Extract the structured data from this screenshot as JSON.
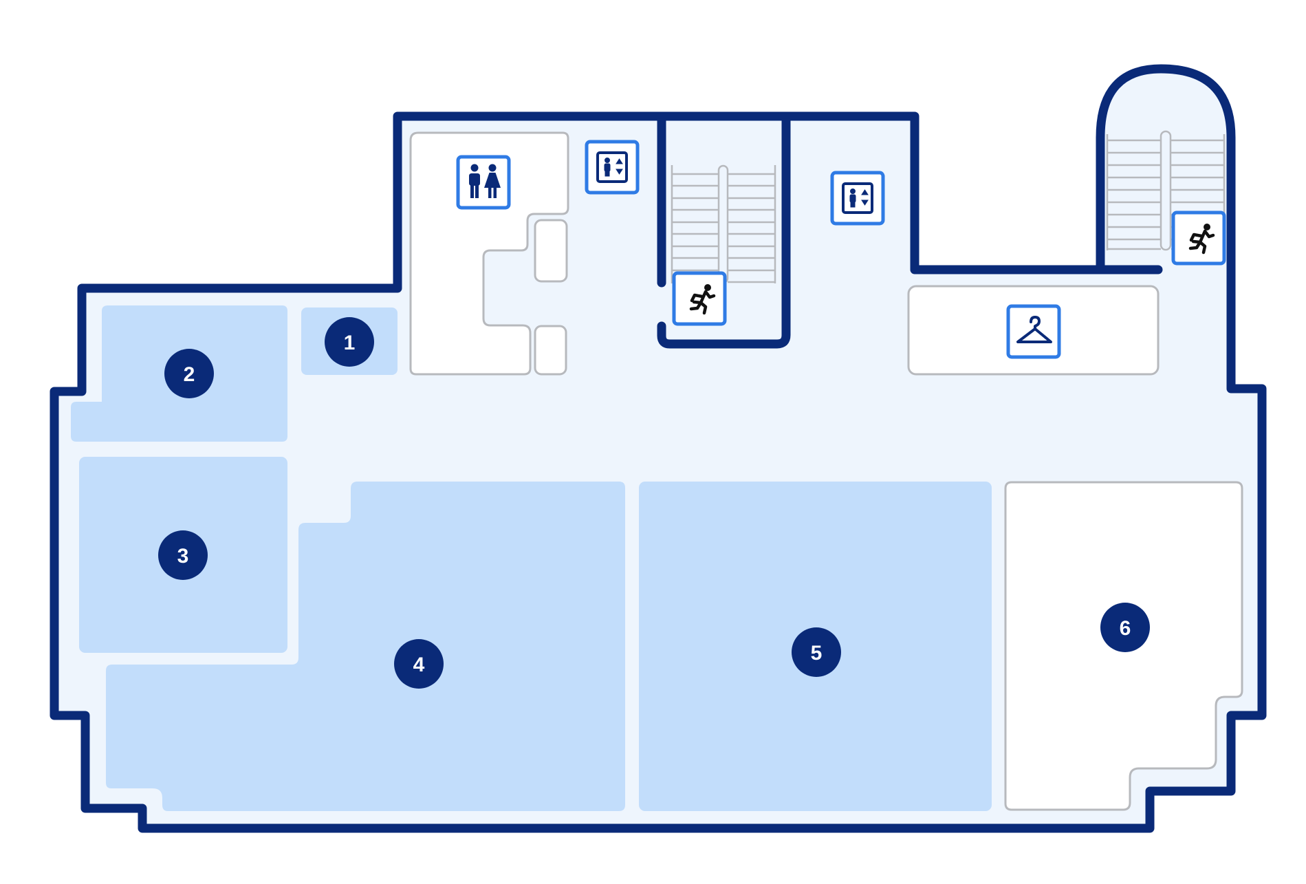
{
  "map": {
    "rooms": [
      {
        "id": "room-1",
        "label": "1"
      },
      {
        "id": "room-2",
        "label": "2"
      },
      {
        "id": "room-3",
        "label": "3"
      },
      {
        "id": "room-4",
        "label": "4"
      },
      {
        "id": "room-5",
        "label": "5"
      },
      {
        "id": "room-6",
        "label": "6"
      }
    ],
    "facilities": [
      {
        "id": "restroom",
        "icon": "restroom-icon"
      },
      {
        "id": "elevator-west",
        "icon": "elevator-icon"
      },
      {
        "id": "elevator-east",
        "icon": "elevator-icon"
      },
      {
        "id": "emergency-exit-center",
        "icon": "emergency-exit-icon"
      },
      {
        "id": "emergency-exit-east",
        "icon": "emergency-exit-icon"
      },
      {
        "id": "cloakroom",
        "icon": "coat-hanger-icon"
      }
    ]
  },
  "colors": {
    "wall": "#0a2a78",
    "floor": "#eef5fd",
    "room_fill": "#c2ddfb",
    "marker": "#0a2a78",
    "icon_border": "#2f7be5",
    "utility_outline": "#b7b9bd"
  }
}
